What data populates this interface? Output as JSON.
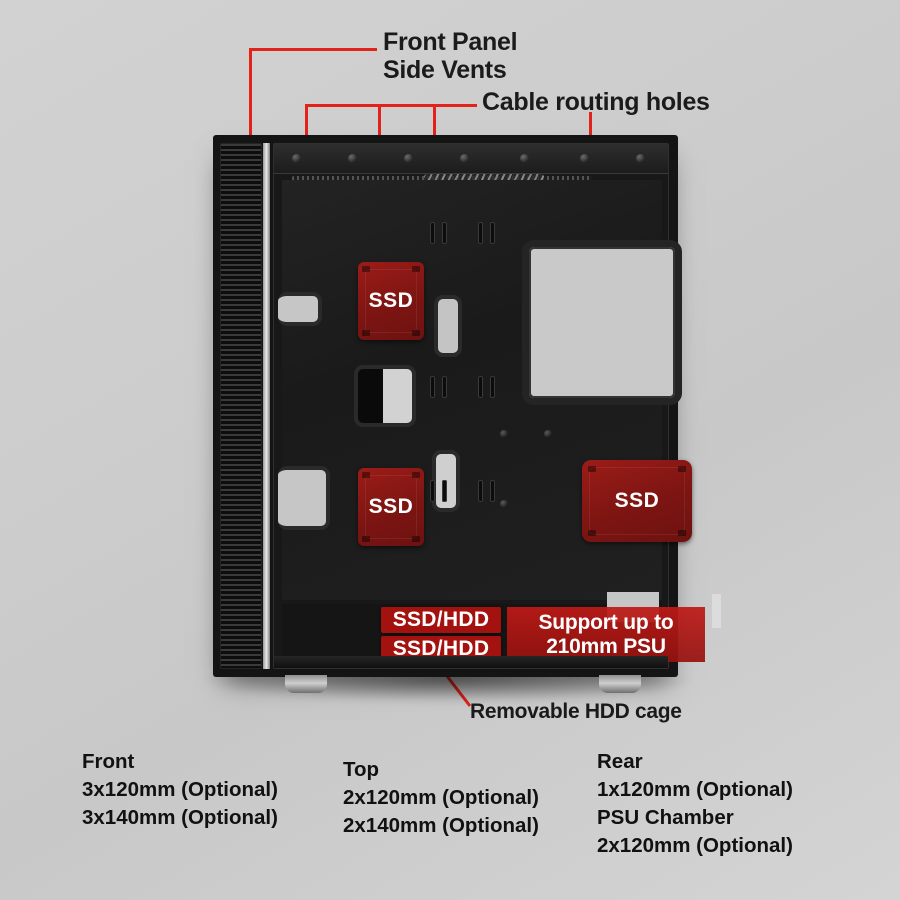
{
  "diagram": {
    "background_color": "#cdcdcd",
    "accent_color": "#e2231a",
    "callouts": [
      {
        "id": "front-panel-side-vents",
        "label": "Front Panel\nSide Vents"
      },
      {
        "id": "cable-routing-holes",
        "label": "Cable routing holes"
      },
      {
        "id": "removable-hdd-cage",
        "label": "Removable HDD cage"
      }
    ],
    "case": {
      "drive_bays": [
        {
          "id": "ssd-top-left",
          "label": "SSD"
        },
        {
          "id": "ssd-bottom-left",
          "label": "SSD"
        },
        {
          "id": "ssd-right",
          "label": "SSD"
        }
      ],
      "hdd_cage_bays": [
        {
          "id": "hdd-bay-upper",
          "label": "SSD/HDD"
        },
        {
          "id": "hdd-bay-lower",
          "label": "SSD/HDD"
        }
      ],
      "psu_overlay": {
        "label": "Support up to\n210mm PSU",
        "color": "#be1a16"
      }
    }
  },
  "specs": {
    "columns": [
      {
        "id": "front",
        "heading": "Front",
        "lines": [
          "3x120mm (Optional)",
          "3x140mm (Optional)"
        ]
      },
      {
        "id": "top",
        "heading": "Top",
        "lines": [
          "2x120mm (Optional)",
          "2x140mm (Optional)"
        ]
      },
      {
        "id": "rear",
        "heading": "Rear",
        "lines": [
          "1x120mm (Optional)",
          "PSU Chamber",
          "2x120mm (Optional)"
        ]
      }
    ]
  }
}
